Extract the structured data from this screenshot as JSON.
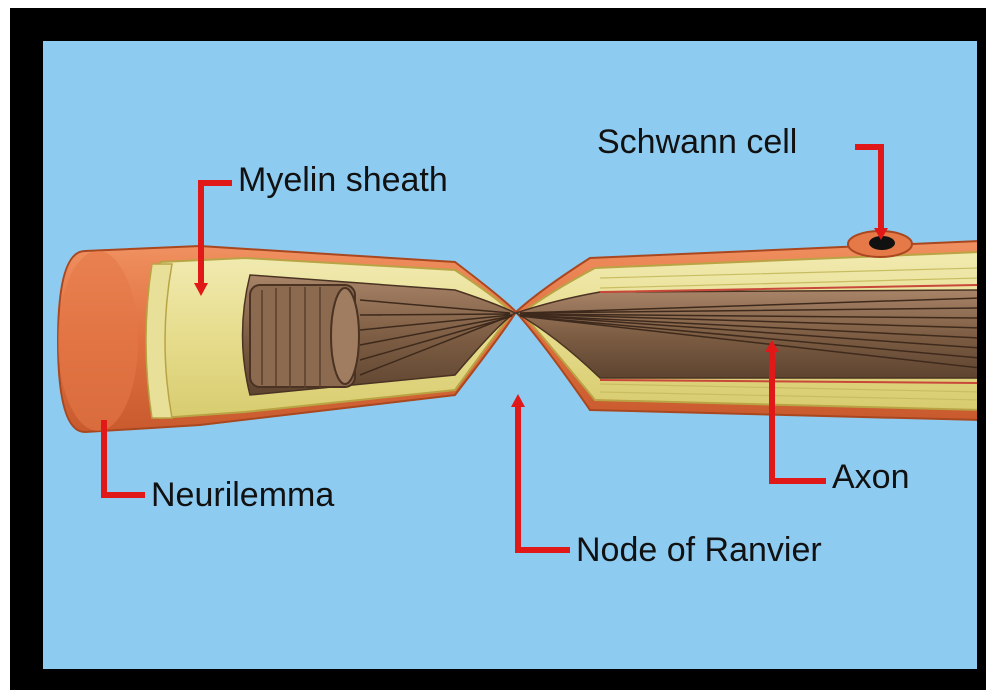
{
  "labels": {
    "schwann_cell": "Schwann cell",
    "myelin_sheath": "Myelin sheath",
    "neurilemma": "Neurilemma",
    "axon": "Axon",
    "node_of_ranvier": "Node of Ranvier"
  },
  "colors": {
    "frame": "#000000",
    "background": "#8ecbf1",
    "neurilemma": "#e0703f",
    "myelin": "#e9e29a",
    "axon": "#8a6a4e",
    "leader_lines": "#e01818"
  }
}
